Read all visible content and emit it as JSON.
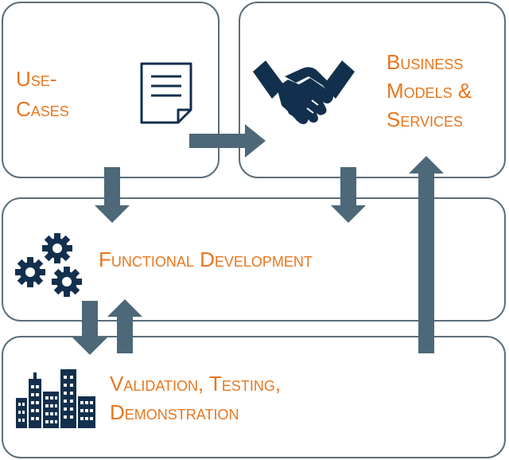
{
  "colors": {
    "label": "#e8761e",
    "arrow": "#4d6878",
    "icon": "#12304d",
    "box_border": "#5b6e7c"
  },
  "boxes": {
    "use_cases": {
      "label_lines": [
        "Use-",
        "Cases"
      ],
      "icon": "document-icon"
    },
    "business_models": {
      "label_lines": [
        "Business",
        "Models &",
        "Services"
      ],
      "icon": "handshake-icon"
    },
    "functional_development": {
      "label_lines": [
        "Functional Development"
      ],
      "icon": "gears-icon"
    },
    "validation": {
      "label_lines": [
        "Validation, Testing,",
        "Demonstration"
      ],
      "icon": "city-buildings-icon"
    }
  },
  "arrows": [
    {
      "from": "Use-Cases",
      "to": "Business Models & Services",
      "direction": "right"
    },
    {
      "from": "Use-Cases",
      "to": "Functional Development",
      "direction": "down"
    },
    {
      "from": "Business Models & Services",
      "to": "Functional Development",
      "direction": "down"
    },
    {
      "from": "Functional Development",
      "to": "Validation, Testing, Demonstration",
      "direction": "down"
    },
    {
      "from": "Validation, Testing, Demonstration",
      "to": "Functional Development",
      "direction": "up"
    },
    {
      "from": "Validation, Testing, Demonstration",
      "to": "Business Models & Services",
      "direction": "up"
    }
  ]
}
